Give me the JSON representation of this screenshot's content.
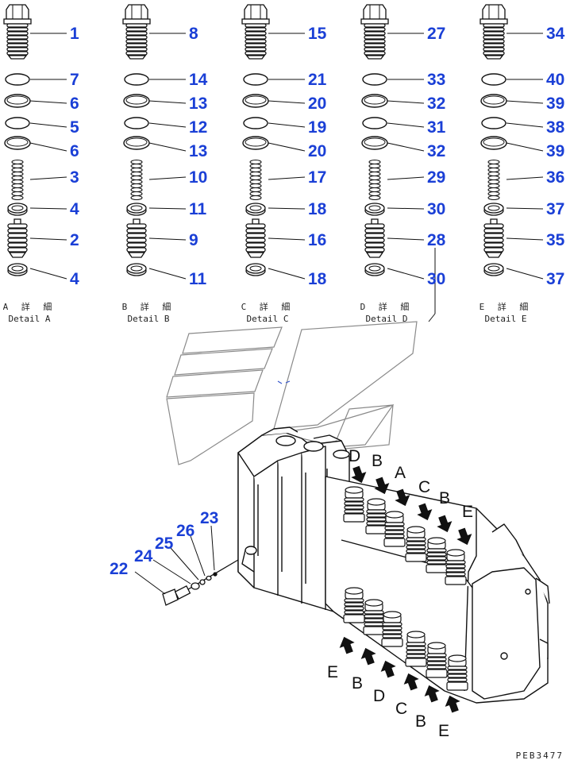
{
  "details": [
    {
      "id": "A",
      "jp": "A 詳 細",
      "en": "Detail A",
      "parts": [
        "1",
        "7",
        "6",
        "5",
        "6",
        "3",
        "4",
        "2",
        "4"
      ]
    },
    {
      "id": "B",
      "jp": "B 詳 細",
      "en": "Detail B",
      "parts": [
        "8",
        "14",
        "13",
        "12",
        "13",
        "10",
        "11",
        "9",
        "11"
      ]
    },
    {
      "id": "C",
      "jp": "C 詳 細",
      "en": "Detail C",
      "parts": [
        "15",
        "21",
        "20",
        "19",
        "20",
        "17",
        "18",
        "16",
        "18"
      ]
    },
    {
      "id": "D",
      "jp": "D 詳 細",
      "en": "Detail D",
      "parts": [
        "27",
        "33",
        "32",
        "31",
        "32",
        "29",
        "30",
        "28",
        "30"
      ]
    },
    {
      "id": "E",
      "jp": "E 詳 細",
      "en": "Detail E",
      "parts": [
        "34",
        "40",
        "39",
        "38",
        "39",
        "36",
        "37",
        "35",
        "37"
      ]
    }
  ],
  "relief_parts": [
    "22",
    "24",
    "25",
    "26",
    "23"
  ],
  "top_arrow_letters": [
    "D",
    "B",
    "A",
    "C",
    "B",
    "E"
  ],
  "bottom_arrow_letters": [
    "E",
    "B",
    "D",
    "C",
    "B",
    "E"
  ],
  "document_code": "PEB3477",
  "colors": {
    "callout": "#1a3fd6",
    "line": "#111111"
  }
}
